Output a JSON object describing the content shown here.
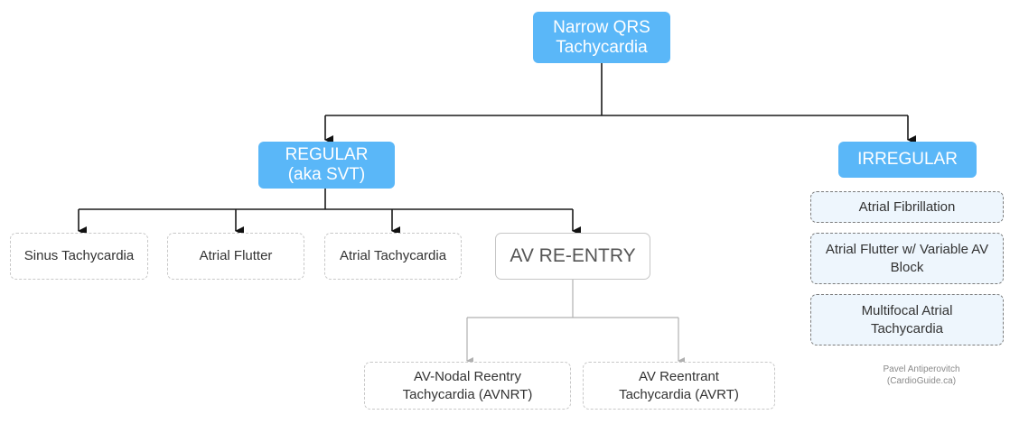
{
  "root": {
    "label": "Narrow QRS\nTachycardia"
  },
  "regular": {
    "label": "REGULAR\n(aka SVT)"
  },
  "irregular": {
    "label": "IRREGULAR"
  },
  "regular_children": {
    "sinus": "Sinus Tachycardia",
    "flutter": "Atrial Flutter",
    "atrial_tach": "Atrial Tachycardia",
    "av_reentry": "AV RE-ENTRY"
  },
  "av_reentry_children": {
    "avnrt": "AV-Nodal Reentry\nTachycardia (AVNRT)",
    "avrt": "AV Reentrant\nTachycardia (AVRT)"
  },
  "irregular_children": {
    "afib": "Atrial Fibrillation",
    "flutter_variable": "Atrial Flutter w/ Variable AV\nBlock",
    "mat": "Multifocal Atrial\nTachycardia"
  },
  "credit": "Pavel Antiperovitch\n(CardioGuide.ca)",
  "colors": {
    "primary_node": "#5ab7f8",
    "irregular_node_fill": "#eef6fd",
    "connector": "#1a1a1a",
    "secondary_connector": "#b0b0b0"
  }
}
